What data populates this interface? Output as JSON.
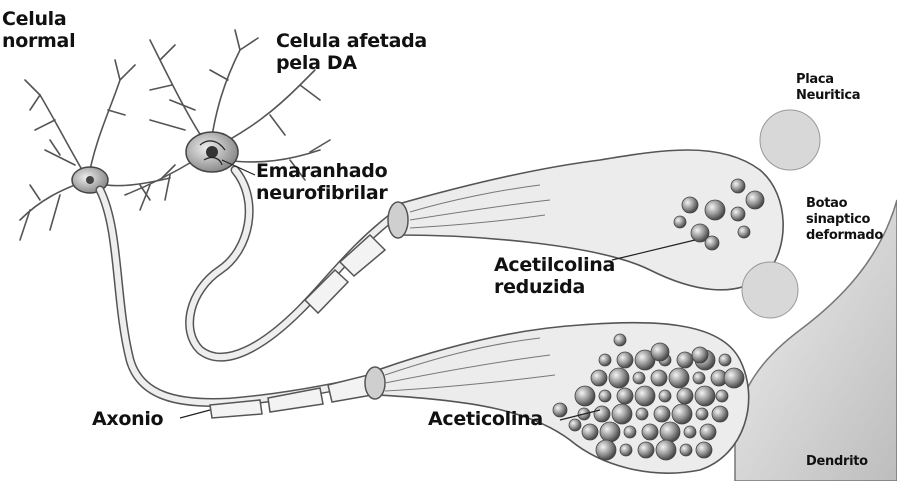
{
  "labels": {
    "celula_normal": [
      "Celula",
      "normal"
    ],
    "celula_afetada": [
      "Celula afetada",
      "pela DA"
    ],
    "emaranhado": [
      "Emaranhado",
      "neurofibrilar"
    ],
    "placa": [
      "Placa",
      "Neuritica"
    ],
    "botao": [
      "Botao",
      "sinaptico",
      "deformado"
    ],
    "acetilcolina_reduzida": [
      "Acetilcolina",
      "reduzida"
    ],
    "axonio": "Axonio",
    "acetilcolina": "Aceticolina",
    "dendrito": "Dendrito"
  },
  "colors": {
    "background": "#ffffff",
    "dendrite_region": "#dcdcdc",
    "terminal": "#e9e9e9",
    "vesicle": "#8a8a8a",
    "ink": "#111111"
  }
}
